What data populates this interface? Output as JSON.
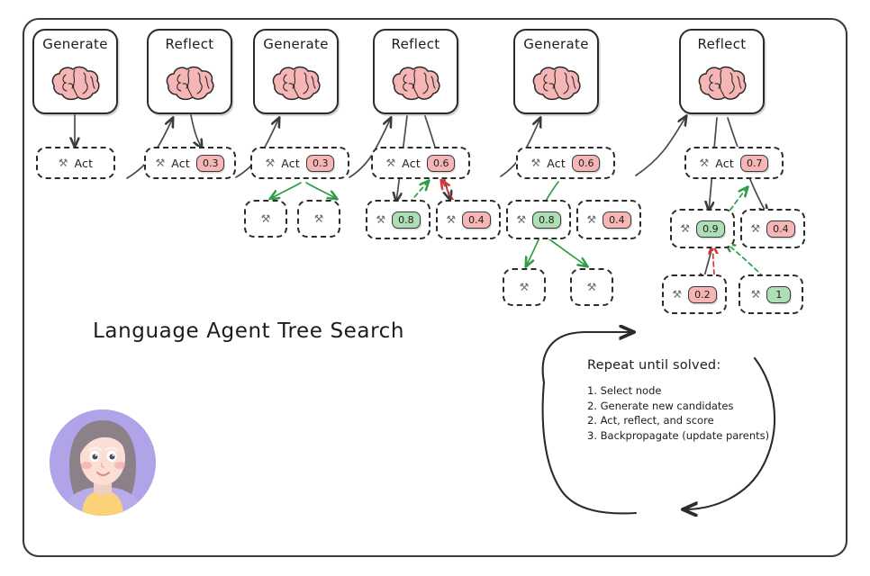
{
  "diagram": {
    "title": "Language Agent Tree Search",
    "frame": {
      "style": "rounded-rectangle"
    },
    "icons": {
      "agent": "brain-icon",
      "action": "tools-icon",
      "avatar": "user-avatar"
    },
    "colors": {
      "negative_score": "#f7b6b6",
      "positive_score": "#addfb4",
      "brain": "#f7b6b6",
      "stroke": "#2b2b2b",
      "backprop_up_good": "#2e9e45",
      "backprop_up_bad": "#e03232",
      "avatar_bg": "#b0a3e8"
    }
  },
  "stages": [
    {
      "id": "stage-1",
      "agent_label": "Generate",
      "nodes": [
        {
          "id": "n1-root",
          "tool": "⚒",
          "label": "Act",
          "score": null
        }
      ]
    },
    {
      "id": "stage-2",
      "agent_label": "Reflect",
      "nodes": [
        {
          "id": "n2-root",
          "tool": "⚒",
          "label": "Act",
          "score": "0.3",
          "score_kind": "neg"
        }
      ]
    },
    {
      "id": "stage-3",
      "agent_label": "Generate",
      "nodes": [
        {
          "id": "n3-root",
          "tool": "⚒",
          "label": "Act",
          "score": "0.3",
          "score_kind": "neg"
        },
        {
          "id": "n3-c1",
          "tool": "⚒",
          "label": "",
          "score": null
        },
        {
          "id": "n3-c2",
          "tool": "⚒",
          "label": "",
          "score": null
        }
      ]
    },
    {
      "id": "stage-4",
      "agent_label": "Reflect",
      "nodes": [
        {
          "id": "n4-root",
          "tool": "⚒",
          "label": "Act",
          "score": "0.6",
          "score_kind": "neg"
        },
        {
          "id": "n4-c1",
          "tool": "⚒",
          "label": "",
          "score": "0.8",
          "score_kind": "pos"
        },
        {
          "id": "n4-c2",
          "tool": "⚒",
          "label": "",
          "score": "0.4",
          "score_kind": "neg"
        }
      ]
    },
    {
      "id": "stage-5",
      "agent_label": "Generate",
      "nodes": [
        {
          "id": "n5-root",
          "tool": "⚒",
          "label": "Act",
          "score": "0.6",
          "score_kind": "neg"
        },
        {
          "id": "n5-c1",
          "tool": "⚒",
          "label": "",
          "score": "0.8",
          "score_kind": "pos"
        },
        {
          "id": "n5-c2",
          "tool": "⚒",
          "label": "",
          "score": "0.4",
          "score_kind": "neg"
        },
        {
          "id": "n5-g1",
          "tool": "⚒",
          "label": "",
          "score": null
        },
        {
          "id": "n5-g2",
          "tool": "⚒",
          "label": "",
          "score": null
        }
      ]
    },
    {
      "id": "stage-6",
      "agent_label": "Reflect",
      "nodes": [
        {
          "id": "n6-root",
          "tool": "⚒",
          "label": "Act",
          "score": "0.7",
          "score_kind": "neg"
        },
        {
          "id": "n6-c1",
          "tool": "⚒",
          "label": "",
          "score": "0.9",
          "score_kind": "pos"
        },
        {
          "id": "n6-c2",
          "tool": "⚒",
          "label": "",
          "score": "0.4",
          "score_kind": "neg"
        },
        {
          "id": "n6-g1",
          "tool": "⚒",
          "label": "",
          "score": "0.2",
          "score_kind": "neg"
        },
        {
          "id": "n6-g2",
          "tool": "⚒",
          "label": "",
          "score": "1",
          "score_kind": "pos"
        }
      ]
    }
  ],
  "loop": {
    "heading": "Repeat until solved:",
    "steps": [
      "1. Select node",
      "2. Generate new candidates",
      "2. Act, reflect, and score",
      "3. Backpropagate (update parents)"
    ]
  }
}
